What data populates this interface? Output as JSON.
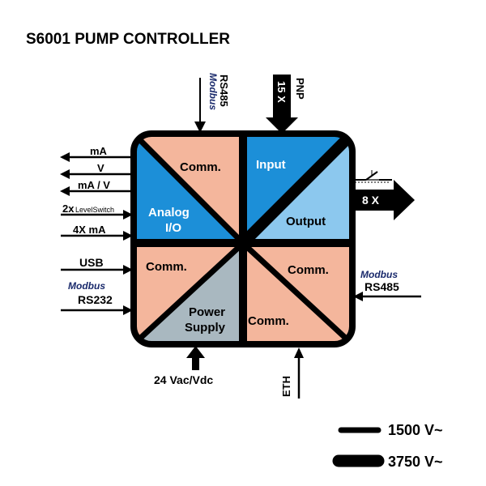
{
  "title": "S6001 PUMP CONTROLLER",
  "colors": {
    "comm": "#f4b69c",
    "input": "#1c8fd8",
    "output": "#8cc8ee",
    "analog": "#1c8fd8",
    "power": "#a9b8c0",
    "border": "#000000",
    "modbus_text": "#1a2a6c"
  },
  "blocks": {
    "comm_top": "Comm.",
    "input": "Input",
    "analog_line1": "Analog",
    "analog_line2": "I/O",
    "output": "Output",
    "comm_left": "Comm.",
    "comm_right": "Comm.",
    "power_line1": "Power",
    "power_line2": "Supply",
    "comm_bottom": "Comm."
  },
  "top_inputs": {
    "modbus_label": "Modbus",
    "rs485_label": "RS485",
    "pnp_label": "PNP",
    "pnp_count": "15 X"
  },
  "left_io": {
    "ma": "mA",
    "v": "V",
    "ma_v": "mA / V",
    "levelswitch_count": "2x",
    "levelswitch": "LevelSwitch",
    "four_ma": "4X mA",
    "usb": "USB",
    "modbus_label": "Modbus",
    "rs232": "RS232"
  },
  "right_io": {
    "output_count": "8 X",
    "switch_icon": "relay-switch-icon",
    "modbus_label": "Modbus",
    "rs485_label": "RS485"
  },
  "bottom_io": {
    "power_input": "24 Vac/Vdc",
    "eth": "ETH"
  },
  "isolation_legend": [
    {
      "label": "1500 V~",
      "level": "thin"
    },
    {
      "label": "3750 V~",
      "level": "thick"
    }
  ]
}
